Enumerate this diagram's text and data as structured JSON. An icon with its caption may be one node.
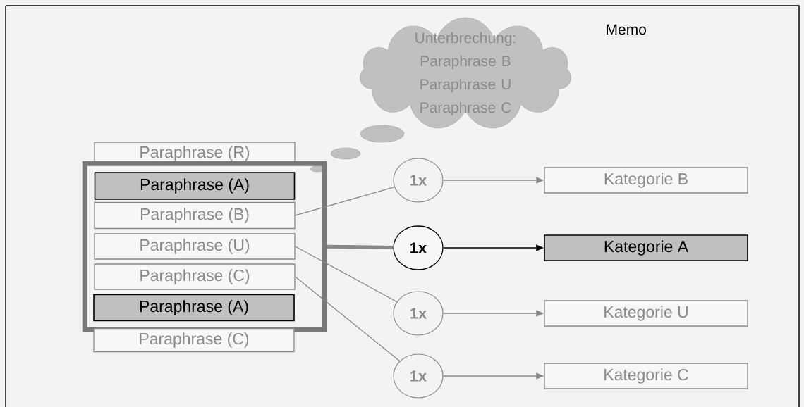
{
  "diagram": {
    "nodes": [
      {
        "text": [
          "Unterbrechung: Paraphrase B Paraphrase U Paraphrase C"
        ],
        "beside": [
          "Memo"
        ]
      },
      {
        "text": [
          "Paraphrase (R)"
        ]
      },
      {
        "text": [],
        "shape": "box"
      },
      {
        "text": [
          "Paraphrase (A)"
        ],
        "in": 2
      },
      {
        "text": [
          "Paraphrase (B)"
        ],
        "in": 2
      },
      {
        "text": [
          "Paraphrase (U)"
        ],
        "in": 2
      },
      {
        "text": [
          "Paraphrase (C)"
        ],
        "in": 2
      },
      {
        "text": [
          "Paraphrase (A)"
        ],
        "in": 2
      },
      {
        "text": [
          "Paraphrase (C)"
        ]
      },
      {
        "text": [
          "1x"
        ]
      },
      {
        "text": [
          "1x"
        ]
      },
      {
        "text": [
          "1x"
        ]
      },
      {
        "text": [
          "1x"
        ]
      },
      {
        "text": [
          "Kategorie B"
        ]
      },
      {
        "text": [
          "Kategorie A"
        ]
      },
      {
        "text": [
          "Kategorie U"
        ]
      },
      {
        "text": [
          "Kategorie C"
        ]
      }
    ],
    "edges": [
      {
        "from": 4,
        "to": 9,
        "arrow": "none"
      },
      {
        "from": 2,
        "to": 10,
        "arrow": "none",
        "style": "thick"
      },
      {
        "from": 5,
        "to": 11,
        "arrow": "none"
      },
      {
        "from": 6,
        "to": 12,
        "arrow": "none"
      },
      {
        "from": 9,
        "to": 13,
        "arrow": "to"
      },
      {
        "from": 10,
        "to": 14,
        "arrow": "to",
        "color": "#000000"
      },
      {
        "from": 11,
        "to": 15,
        "arrow": "to"
      },
      {
        "from": 12,
        "to": 16,
        "arrow": "to"
      }
    ]
  }
}
